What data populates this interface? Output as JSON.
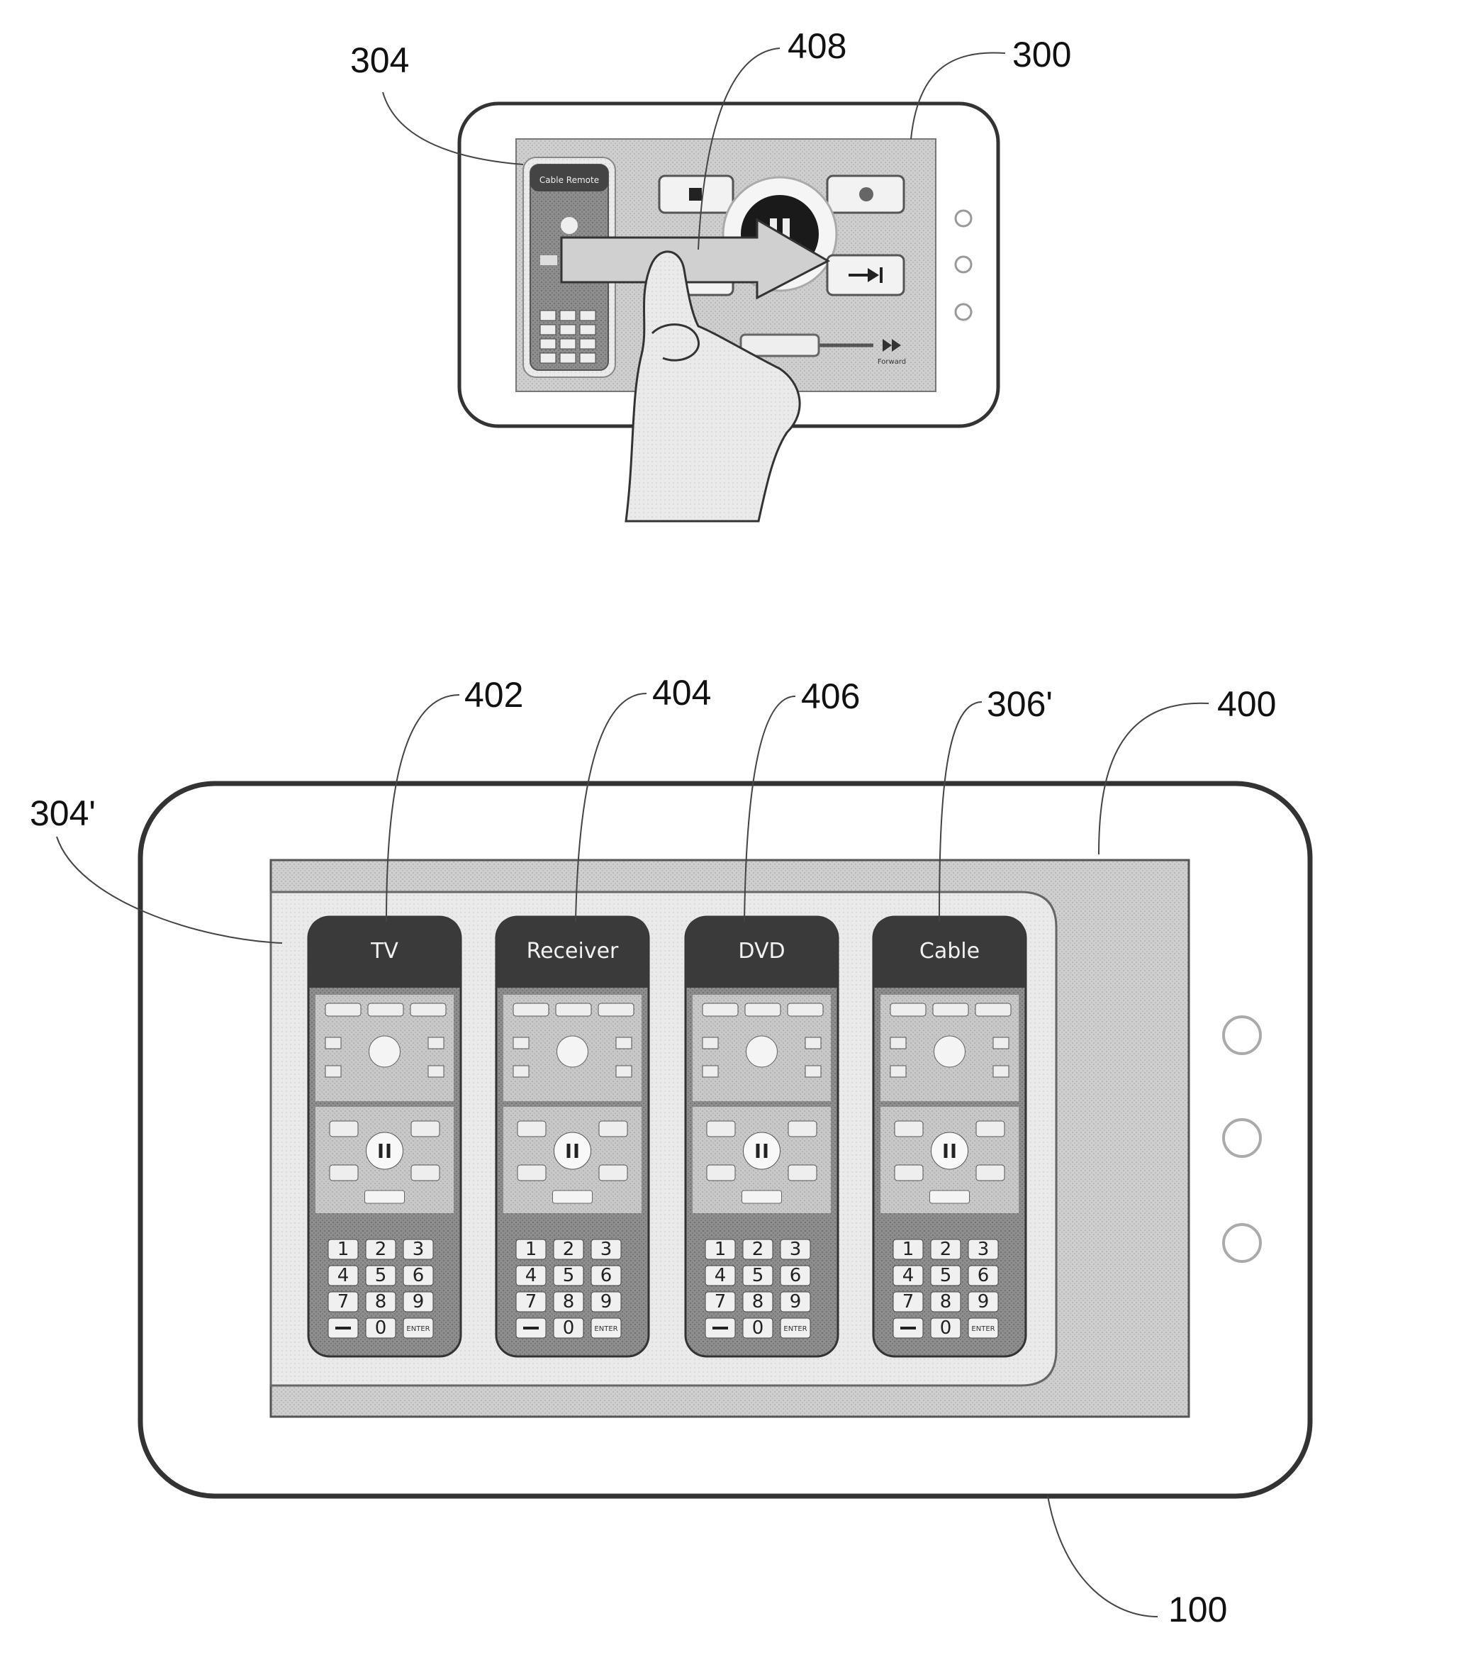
{
  "references": {
    "r304": "304",
    "r408": "408",
    "r300": "300",
    "r402": "402",
    "r404": "404",
    "r406": "406",
    "r306p": "306'",
    "r400": "400",
    "r304p": "304'",
    "r100": "100"
  },
  "small_device": {
    "remote_title": "Cable Remote",
    "progress_label": "Forward"
  },
  "remotes": [
    {
      "title": "TV"
    },
    {
      "title": "Receiver"
    },
    {
      "title": "DVD"
    },
    {
      "title": "Cable"
    }
  ],
  "keypad": {
    "digits": [
      "1",
      "2",
      "3",
      "4",
      "5",
      "6",
      "7",
      "8",
      "9",
      "0"
    ],
    "enter_label": "ENTER"
  }
}
